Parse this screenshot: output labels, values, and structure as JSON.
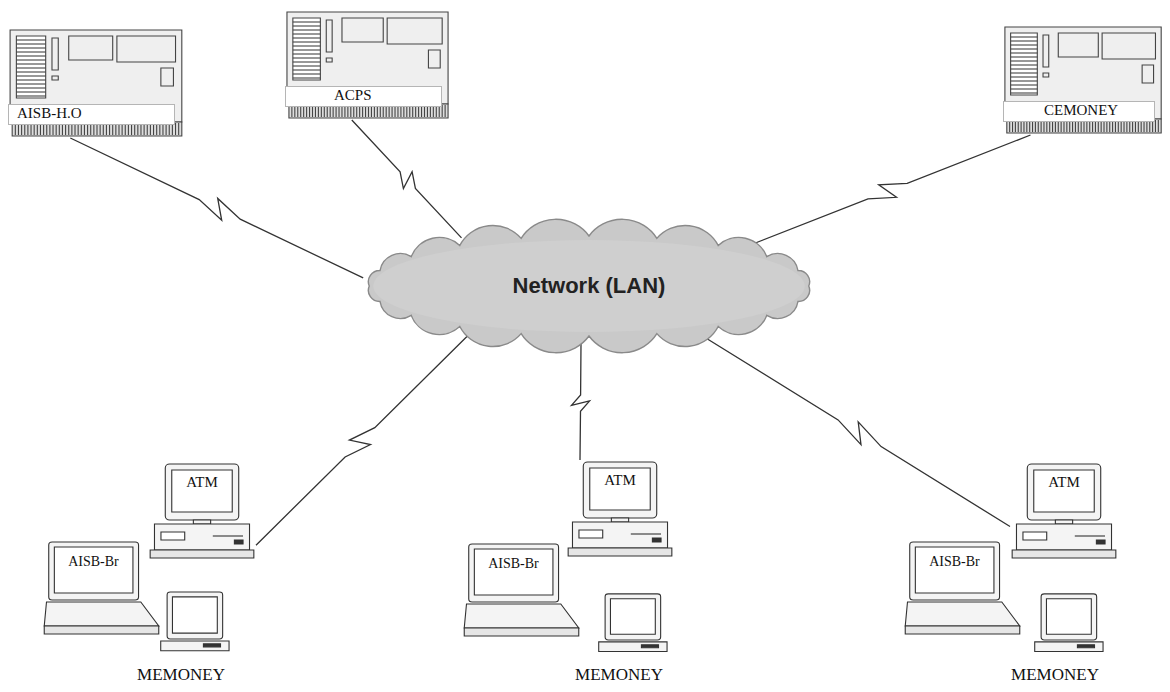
{
  "diagram": {
    "nodes": [
      {
        "text": [
          "AISB-H.O"
        ]
      },
      {
        "text": [
          "ACPS"
        ]
      },
      {
        "text": [
          "CEMONEY"
        ]
      },
      {
        "text": [
          "Network (LAN)"
        ]
      },
      {
        "text": [
          "ATM"
        ]
      },
      {
        "text": [
          "AISB-Br"
        ]
      },
      {
        "text": [
          "MEMONEY"
        ]
      },
      {
        "text": [
          "ATM"
        ]
      },
      {
        "text": [
          "AISB-Br"
        ]
      },
      {
        "text": [
          "MEMONEY"
        ]
      },
      {
        "text": [
          "ATM"
        ]
      },
      {
        "text": [
          "AISB-Br"
        ]
      },
      {
        "text": [
          "MEMONEY"
        ]
      }
    ],
    "edges": [
      {
        "from": 0,
        "to": 3,
        "arrow": "none"
      },
      {
        "from": 1,
        "to": 3,
        "arrow": "none"
      },
      {
        "from": 2,
        "to": 3,
        "arrow": "none"
      },
      {
        "from": 3,
        "to": 4,
        "arrow": "none"
      },
      {
        "from": 3,
        "to": 7,
        "arrow": "none"
      },
      {
        "from": 3,
        "to": 10,
        "arrow": "none"
      }
    ]
  }
}
